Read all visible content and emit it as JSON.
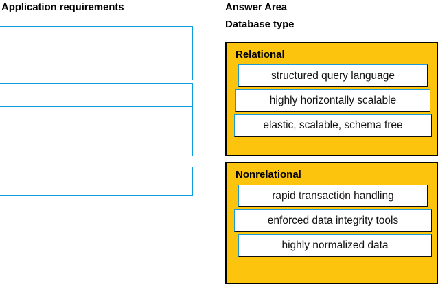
{
  "left_column": {
    "heading": "Application requirements",
    "drop_zones": [
      {
        "name": "requirement-slot-1",
        "value": ""
      },
      {
        "name": "requirement-slot-2",
        "value": ""
      },
      {
        "name": "requirement-slot-3",
        "value": ""
      },
      {
        "name": "requirement-slot-4",
        "value": ""
      }
    ]
  },
  "right_column": {
    "answer_area_label": "Answer Area",
    "category_label": "Database type",
    "groups": [
      {
        "title": "Relational",
        "options": [
          "structured query language",
          "highly horizontally scalable",
          "elastic, scalable, schema free"
        ]
      },
      {
        "title": "Nonrelational",
        "options": [
          "rapid transaction handling",
          "enforced data integrity tools",
          "highly normalized data"
        ]
      }
    ]
  },
  "colors": {
    "panel_background": "#fcc40c",
    "panel_border": "#000000",
    "accent_blue": "#0b9ddd",
    "option_border_light": "#1b9ad6",
    "option_border_dark": "#0e0e0e",
    "page_background": "#ffffff",
    "text": "#000000"
  }
}
